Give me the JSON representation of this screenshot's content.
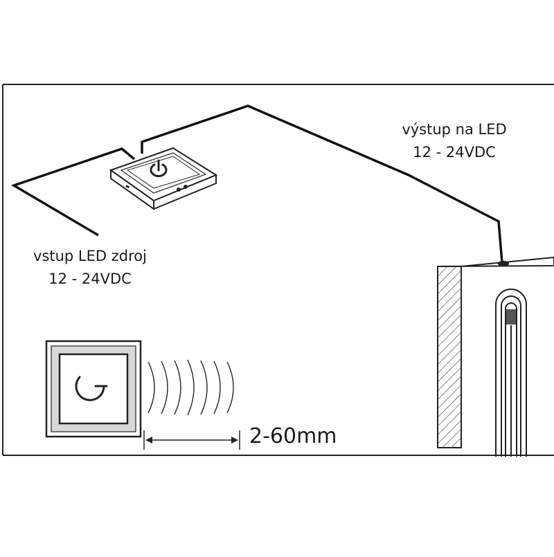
{
  "labels": {
    "output_line1": "výstup na LED",
    "output_line2": "12 - 24VDC",
    "input_line1": "vstup LED zdroj",
    "input_line2": "12 - 24VDC",
    "distance": "2-60mm"
  },
  "icons": {
    "controller": "power-icon",
    "sensor": "power-icon",
    "signal": "signal-waves-icon",
    "distance": "double-arrow-icon"
  }
}
